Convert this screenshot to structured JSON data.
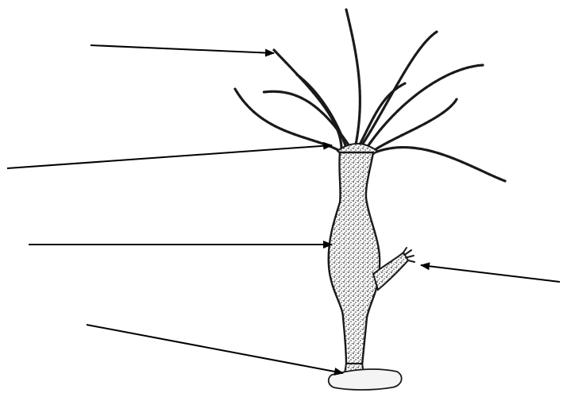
{
  "diagram": {
    "subject": "hydra",
    "labels": [],
    "pointer_count": 5,
    "pointer_targets": [
      "tentacle",
      "mouth",
      "body-column",
      "bud",
      "basal-disc"
    ]
  },
  "colors": {
    "ink": "#1a1a1a",
    "stipple": "#2b2b2b",
    "background": "#ffffff"
  }
}
